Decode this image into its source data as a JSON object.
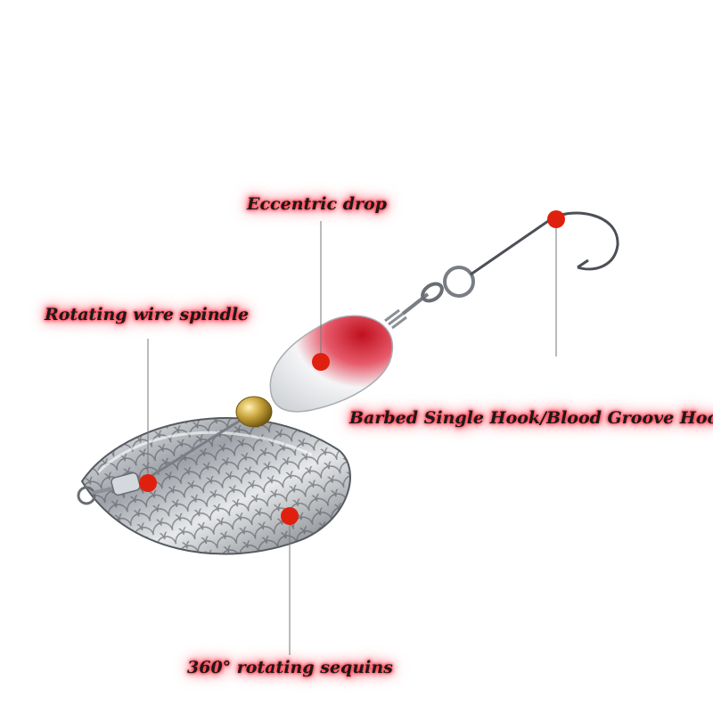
{
  "annotations": {
    "eccentric_drop": "Eccentric drop",
    "rotating_wire_spindle": "Rotating wire spindle",
    "barbed_hook": "Barbed Single Hook/Blood Groove Hoo",
    "rotating_sequins": "360° rotating sequins"
  },
  "colors": {
    "marker": "#e0200e",
    "glow": "#ff2a3a",
    "bead": "#c8a23a",
    "drop_red": "#d42030",
    "blade_silver": "#c4c7cb"
  }
}
